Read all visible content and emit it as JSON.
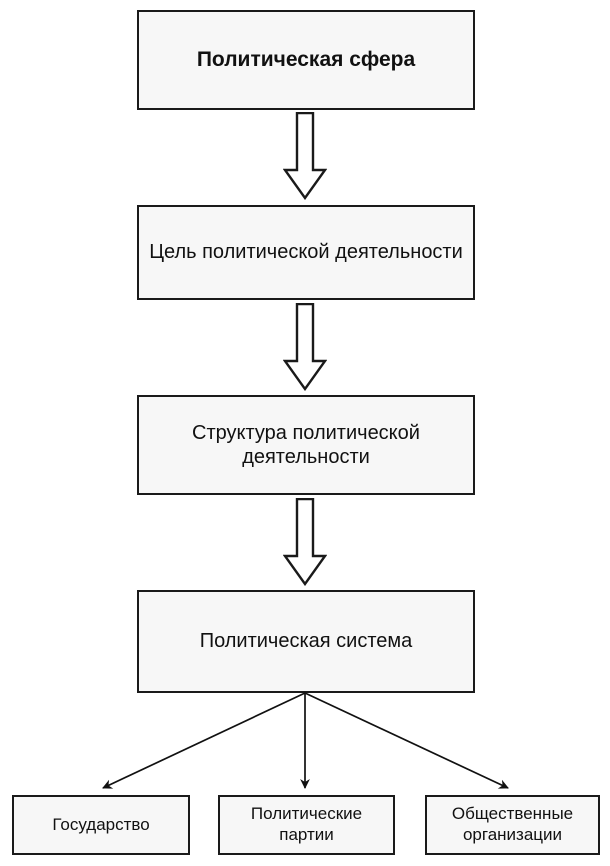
{
  "diagram": {
    "title": "Политическая сфера",
    "colors": {
      "stroke": "#1a1a1a",
      "box_fill": "#f7f7f7",
      "background": "#ffffff",
      "text": "#111111"
    },
    "nodes": [
      {
        "id": "political-sphere",
        "label": "Политическая сфера",
        "level": 0,
        "bold": true
      },
      {
        "id": "goal-of-political-activity",
        "label": "Цель политической деятельности",
        "level": 1,
        "bold": false
      },
      {
        "id": "structure-of-political-activity",
        "label": "Структура политической деятельности",
        "level": 2,
        "bold": false
      },
      {
        "id": "political-system",
        "label": "Политическая система",
        "level": 3,
        "bold": false
      }
    ],
    "leaves": [
      {
        "id": "state",
        "label": "Государство"
      },
      {
        "id": "political-parties",
        "label": "Политические партии"
      },
      {
        "id": "public-organizations",
        "label": "Общественные организации"
      }
    ],
    "connectors": {
      "block_arrows": [
        {
          "id": "arrow-sphere-to-goal",
          "from": "political-sphere",
          "to": "goal-of-political-activity",
          "style": "hollow-block-down"
        },
        {
          "id": "arrow-goal-to-structure",
          "from": "goal-of-political-activity",
          "to": "structure-of-political-activity",
          "style": "hollow-block-down"
        },
        {
          "id": "arrow-structure-to-system",
          "from": "structure-of-political-activity",
          "to": "political-system",
          "style": "hollow-block-down"
        }
      ],
      "fan_lines": [
        {
          "id": "line-system-to-state",
          "from": "political-system",
          "to": "state",
          "style": "thin-line-arrow"
        },
        {
          "id": "line-system-to-parties",
          "from": "political-system",
          "to": "political-parties",
          "style": "thin-line-arrow"
        },
        {
          "id": "line-system-to-organizations",
          "from": "political-system",
          "to": "public-organizations",
          "style": "thin-line-arrow"
        }
      ]
    }
  }
}
